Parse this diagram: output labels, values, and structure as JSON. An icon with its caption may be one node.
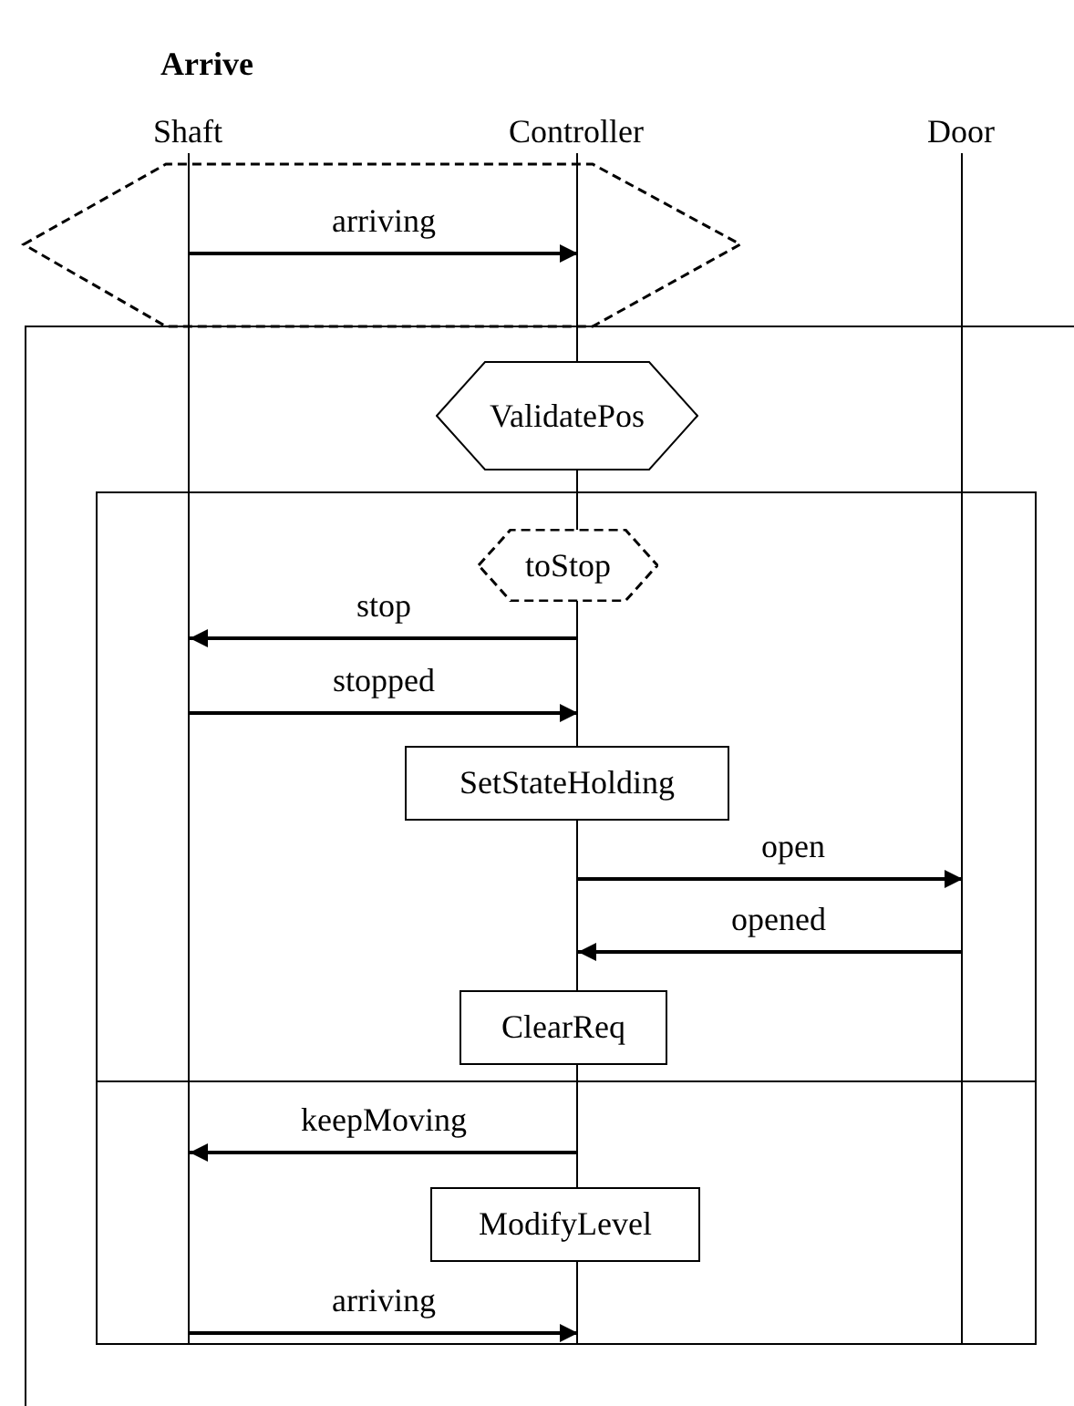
{
  "diagram": {
    "title": "Arrive",
    "nodes": [
      {
        "text": [
          "Shaft"
        ]
      },
      {
        "text": [
          "Controller"
        ]
      },
      {
        "text": [
          "Door"
        ]
      },
      {
        "text": [
          "ValidatePos"
        ]
      },
      {
        "text": [
          "toStop"
        ]
      },
      {
        "text": [
          "SetStateHolding"
        ]
      },
      {
        "text": [
          "ClearReq"
        ]
      },
      {
        "text": [
          "ModifyLevel"
        ]
      }
    ],
    "edges": [
      {
        "from": 0,
        "to": 1,
        "arrow": "to",
        "label": "arriving"
      },
      {
        "from": 1,
        "to": 0,
        "arrow": "to",
        "label": "stop"
      },
      {
        "from": 0,
        "to": 1,
        "arrow": "to",
        "label": "stopped"
      },
      {
        "from": 1,
        "to": 2,
        "arrow": "to",
        "label": "open"
      },
      {
        "from": 2,
        "to": 1,
        "arrow": "to",
        "label": "opened"
      },
      {
        "from": 1,
        "to": 0,
        "arrow": "to",
        "label": "keepMoving"
      },
      {
        "from": 0,
        "to": 1,
        "arrow": "to",
        "label": "arriving"
      }
    ]
  }
}
